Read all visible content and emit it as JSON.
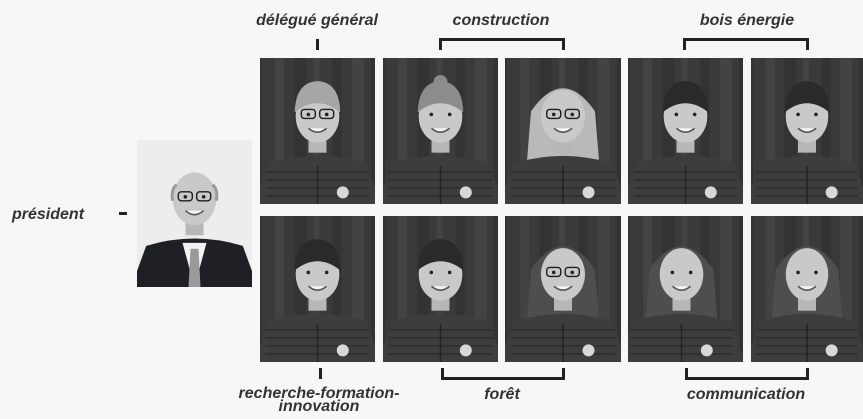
{
  "labels": {
    "president": "président",
    "delegue_general": "délégué général",
    "construction": "construction",
    "bois_energie": "bois énergie",
    "recherche": "recherche-formation-\ninnovation",
    "foret": "forêt",
    "communication": "communication"
  },
  "colors": {
    "background": "#f7f7f7",
    "text": "#333333",
    "bracket": "#222222",
    "photo_dark": "#2b2b2b",
    "photo_light": "#8a8a8a"
  },
  "photos": [
    {
      "name": "portrait-president",
      "group": "président",
      "hair": "bald",
      "glasses": true,
      "background": "light"
    },
    {
      "name": "portrait-delegue-general",
      "group": "délégué général",
      "hair": "short-grey",
      "glasses": true,
      "background": "dark"
    },
    {
      "name": "portrait-construction-1",
      "group": "construction",
      "hair": "tied",
      "glasses": false,
      "background": "dark"
    },
    {
      "name": "portrait-construction-2",
      "group": "construction",
      "hair": "long-light",
      "glasses": true,
      "background": "dark"
    },
    {
      "name": "portrait-bois-energie-1",
      "group": "bois énergie",
      "hair": "short-dark",
      "glasses": false,
      "background": "dark"
    },
    {
      "name": "portrait-bois-energie-2",
      "group": "bois énergie",
      "hair": "short-dark",
      "glasses": false,
      "background": "dark"
    },
    {
      "name": "portrait-recherche",
      "group": "recherche-formation-innovation",
      "hair": "short-dark",
      "glasses": false,
      "background": "dark"
    },
    {
      "name": "portrait-foret-1",
      "group": "forêt",
      "hair": "short-dark",
      "glasses": false,
      "background": "dark"
    },
    {
      "name": "portrait-foret-2",
      "group": "forêt",
      "hair": "long-dark",
      "glasses": true,
      "background": "dark"
    },
    {
      "name": "portrait-communication-1",
      "group": "communication",
      "hair": "long-dark",
      "glasses": false,
      "background": "dark"
    },
    {
      "name": "portrait-communication-2",
      "group": "communication",
      "hair": "long-dark",
      "glasses": false,
      "background": "dark"
    }
  ]
}
